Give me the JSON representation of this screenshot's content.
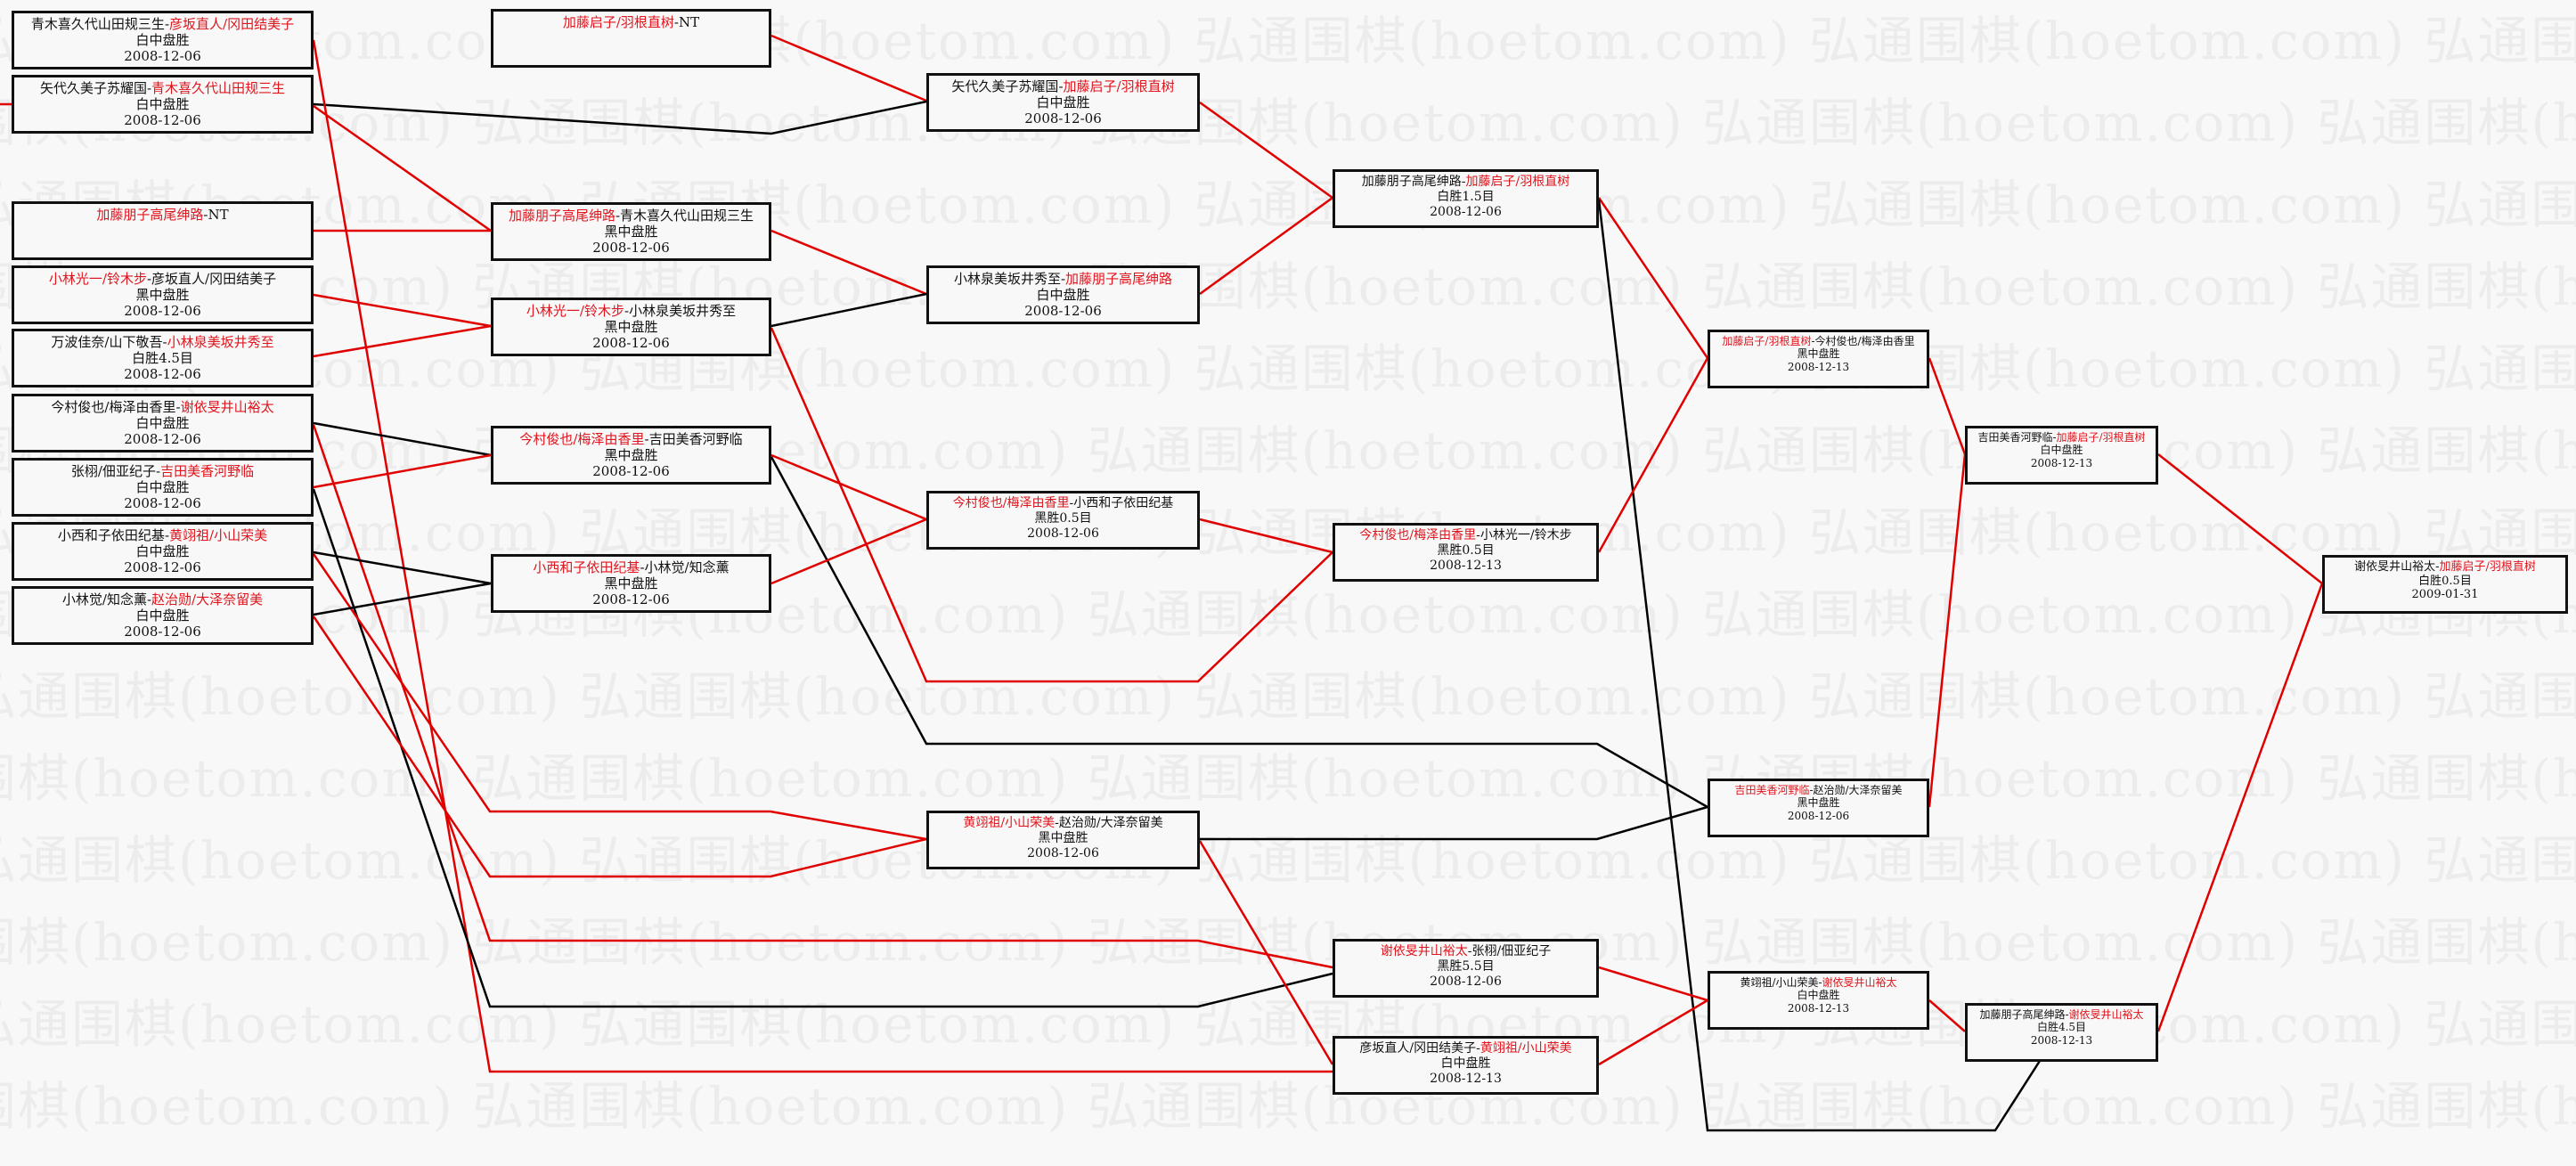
{
  "watermark": "弘通围棋(hoetom.com)",
  "colors": {
    "winner": "#e0141c",
    "line_winner": "#e00000",
    "line_loser": "#000000",
    "border": "#111111"
  },
  "matches": [
    {
      "p1": "青木喜久代山田规三生",
      "p2": "彦坂直人/冈田结美子",
      "winner": "p2",
      "result": "白中盘胜",
      "date": "2008-12-06"
    },
    {
      "p1": "矢代久美子苏耀国",
      "p2": "青木喜久代山田规三生",
      "winner": "p2",
      "result": "白中盘胜",
      "date": "2008-12-06"
    },
    {
      "p1": "加藤朋子高尾绅路",
      "p2": "NT",
      "winner": "p1",
      "result": "",
      "date": ""
    },
    {
      "p1": "小林光一/铃木步",
      "p2": "彦坂直人/冈田结美子",
      "winner": "p1",
      "result": "黑中盘胜",
      "date": "2008-12-06"
    },
    {
      "p1": "万波佳奈/山下敬吾",
      "p2": "小林泉美坂井秀至",
      "winner": "p2",
      "result": "白胜4.5目",
      "date": "2008-12-06"
    },
    {
      "p1": "今村俊也/梅泽由香里",
      "p2": "谢依旻井山裕太",
      "winner": "p2",
      "result": "白中盘胜",
      "date": "2008-12-06"
    },
    {
      "p1": "张栩/佃亚纪子",
      "p2": "吉田美香河野临",
      "winner": "p2",
      "result": "白中盘胜",
      "date": "2008-12-06"
    },
    {
      "p1": "小西和子依田纪基",
      "p2": "黄翊祖/小山荣美",
      "winner": "p2",
      "result": "白中盘胜",
      "date": "2008-12-06"
    },
    {
      "p1": "小林觉/知念薰",
      "p2": "赵治勋/大泽奈留美",
      "winner": "p2",
      "result": "白中盘胜",
      "date": "2008-12-06"
    },
    {
      "p1": "加藤启子/羽根直树",
      "p2": "NT",
      "winner": "p1",
      "result": "",
      "date": ""
    },
    {
      "p1": "加藤朋子高尾绅路",
      "p2": "青木喜久代山田规三生",
      "winner": "p1",
      "result": "黑中盘胜",
      "date": "2008-12-06"
    },
    {
      "p1": "小林光一/铃木步",
      "p2": "小林泉美坂井秀至",
      "winner": "p1",
      "result": "黑中盘胜",
      "date": "2008-12-06"
    },
    {
      "p1": "今村俊也/梅泽由香里",
      "p2": "吉田美香河野临",
      "winner": "p1",
      "result": "黑中盘胜",
      "date": "2008-12-06"
    },
    {
      "p1": "小西和子依田纪基",
      "p2": "小林觉/知念薰",
      "winner": "p1",
      "result": "黑中盘胜",
      "date": "2008-12-06"
    },
    {
      "p1": "矢代久美子苏耀国",
      "p2": "加藤启子/羽根直树",
      "winner": "p2",
      "result": "白中盘胜",
      "date": "2008-12-06"
    },
    {
      "p1": "小林泉美坂井秀至",
      "p2": "加藤朋子高尾绅路",
      "winner": "p2",
      "result": "白中盘胜",
      "date": "2008-12-06"
    },
    {
      "p1": "今村俊也/梅泽由香里",
      "p2": "小西和子依田纪基",
      "winner": "p1",
      "result": "黑胜0.5目",
      "date": "2008-12-06"
    },
    {
      "p1": "黄翊祖/小山荣美",
      "p2": "赵治勋/大泽奈留美",
      "winner": "p1",
      "result": "黑中盘胜",
      "date": "2008-12-06"
    },
    {
      "p1": "加藤朋子高尾绅路",
      "p2": "加藤启子/羽根直树",
      "winner": "p2",
      "result": "白胜1.5目",
      "date": "2008-12-06"
    },
    {
      "p1": "今村俊也/梅泽由香里",
      "p2": "小林光一/铃木步",
      "winner": "p1",
      "result": "黑胜0.5目",
      "date": "2008-12-13"
    },
    {
      "p1": "谢依旻井山裕太",
      "p2": "张栩/佃亚纪子",
      "winner": "p1",
      "result": "黑胜5.5目",
      "date": "2008-12-06"
    },
    {
      "p1": "彦坂直人/冈田结美子",
      "p2": "黄翊祖/小山荣美",
      "winner": "p2",
      "result": "白中盘胜",
      "date": "2008-12-13"
    },
    {
      "p1": "加藤启子/羽根直树",
      "p2": "今村俊也/梅泽由香里",
      "winner": "p1",
      "result": "黑中盘胜",
      "date": "2008-12-13"
    },
    {
      "p1": "吉田美香河野临",
      "p2": "赵治勋/大泽奈留美",
      "winner": "p1",
      "result": "黑中盘胜",
      "date": "2008-12-06"
    },
    {
      "p1": "黄翊祖/小山荣美",
      "p2": "谢依旻井山裕太",
      "winner": "p2",
      "result": "白中盘胜",
      "date": "2008-12-13"
    },
    {
      "p1": "吉田美香河野临",
      "p2": "加藤启子/羽根直树",
      "winner": "p2",
      "result": "白中盘胜",
      "date": "2008-12-13"
    },
    {
      "p1": "加藤朋子高尾绅路",
      "p2": "谢依旻井山裕太",
      "winner": "p2",
      "result": "白胜4.5目",
      "date": "2008-12-13"
    },
    {
      "p1": "谢依旻井山裕太",
      "p2": "加藤启子/羽根直树",
      "winner": "p2",
      "result": "白胜0.5目",
      "date": "2009-01-31"
    }
  ]
}
